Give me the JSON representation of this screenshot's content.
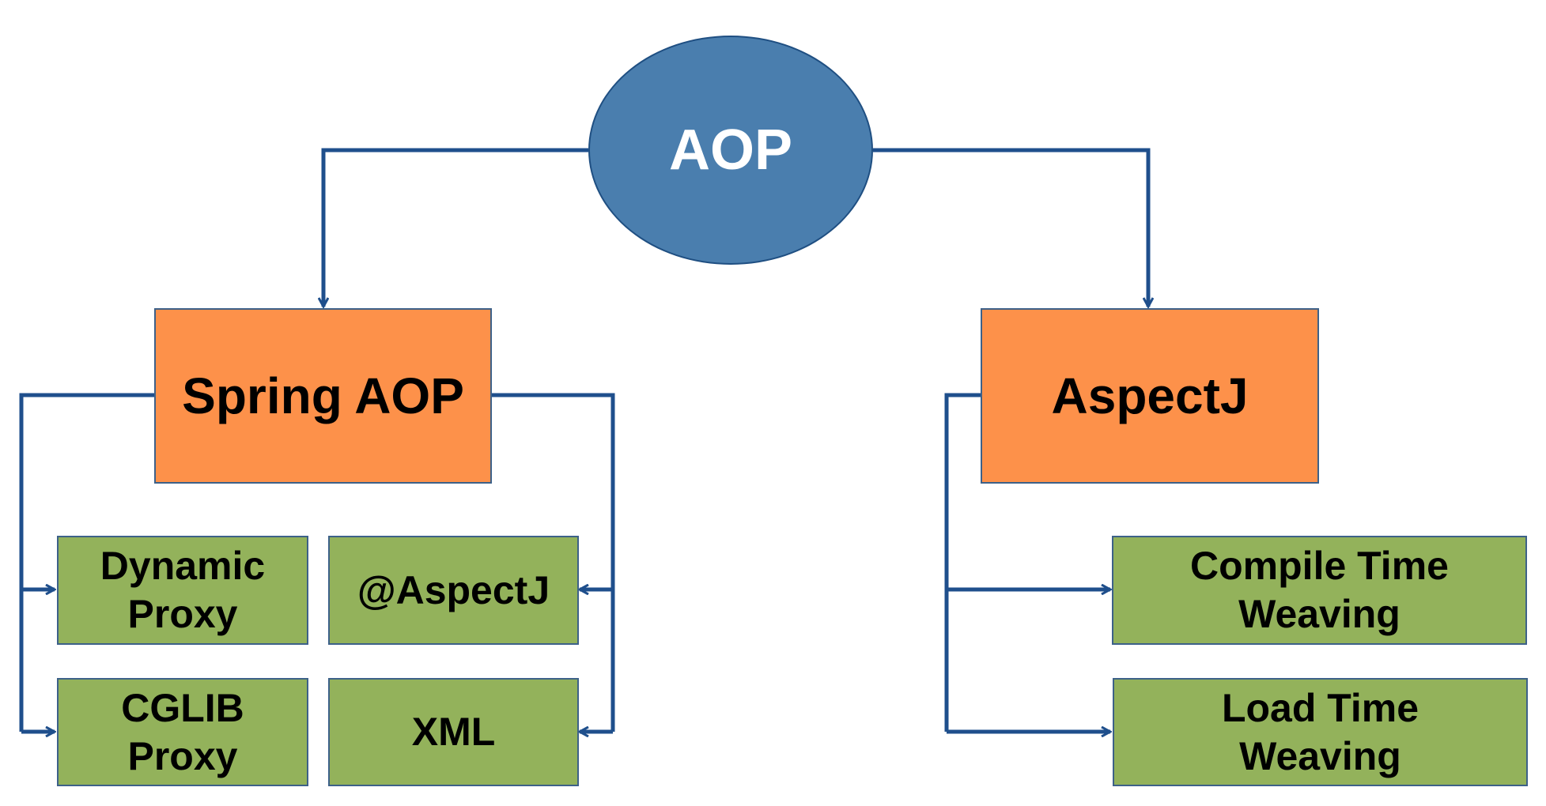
{
  "diagram": {
    "root": {
      "label": "AOP"
    },
    "branches": [
      {
        "label": "Spring AOP",
        "children": [
          {
            "label": "Dynamic\nProxy"
          },
          {
            "label": "@AspectJ"
          },
          {
            "label": "CGLIB\nProxy"
          },
          {
            "label": "XML"
          }
        ]
      },
      {
        "label": "AspectJ",
        "children": [
          {
            "label": "Compile Time\nWeaving"
          },
          {
            "label": "Load Time\nWeaving"
          }
        ]
      }
    ],
    "colors": {
      "root_fill": "#4a7eae",
      "root_border": "#1f4f82",
      "branch_fill": "#fd914a",
      "leaf_fill": "#93b25b",
      "connector": "#1f4f8c",
      "box_border": "#3d6189"
    }
  }
}
